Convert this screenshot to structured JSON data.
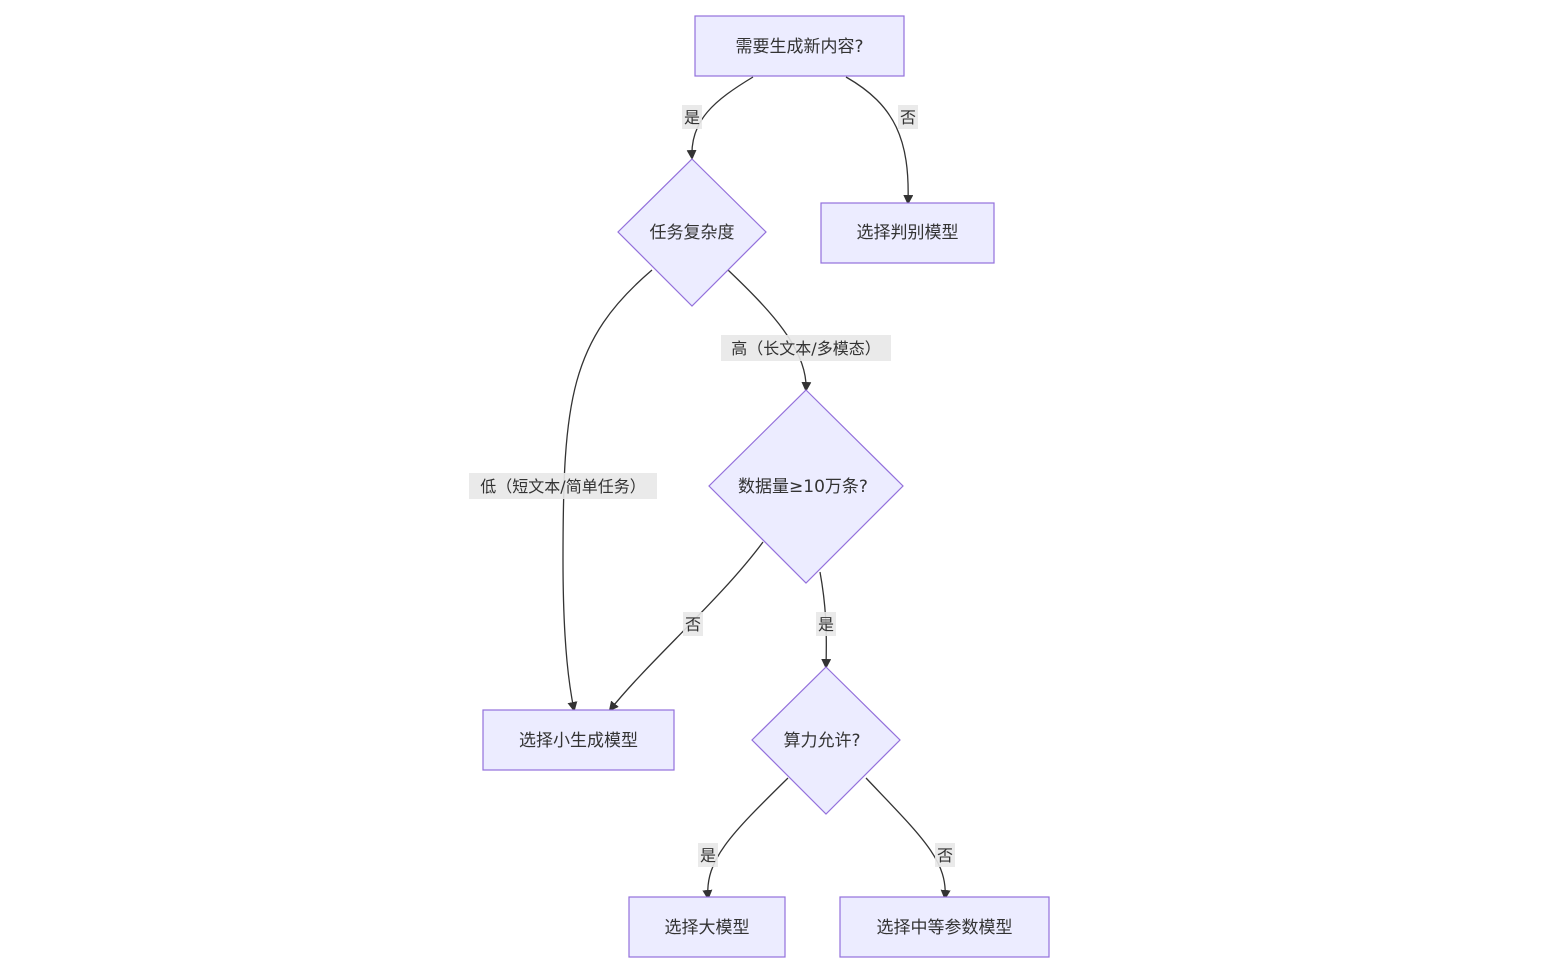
{
  "colors": {
    "node_fill": "#ECECFF",
    "node_stroke": "#9370DB",
    "edge": "#333333",
    "label_bg": "#e8e8e8",
    "text": "#333333"
  },
  "nodes": {
    "need_generate": "需要生成新内容?",
    "task_complexity": "任务复杂度",
    "discriminative": "选择判别模型",
    "data_volume": "数据量≥10万条?",
    "small_gen": "选择小生成模型",
    "compute_ok": "算力允许?",
    "large_model": "选择大模型",
    "medium_model": "选择中等参数模型"
  },
  "edges": {
    "need_yes": "是",
    "need_no": "否",
    "complexity_high": "高（长文本/多模态）",
    "complexity_low": "低（短文本/简单任务）",
    "data_no": "否",
    "data_yes": "是",
    "compute_yes": "是",
    "compute_no": "否"
  }
}
